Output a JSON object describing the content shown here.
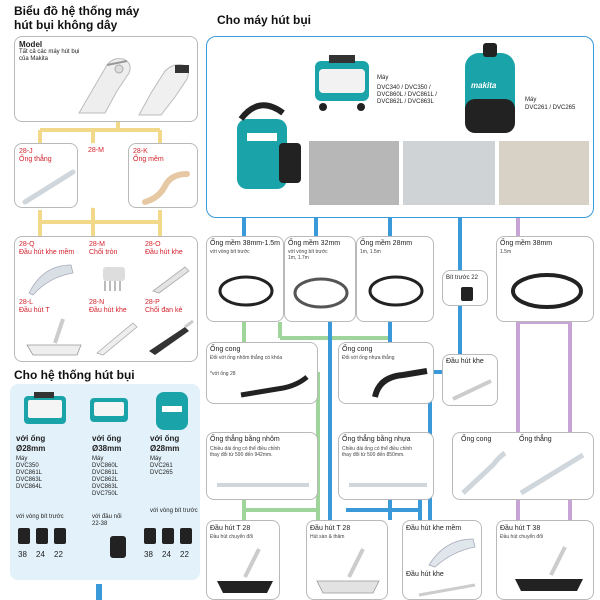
{
  "left_title": {
    "line1": "Biểu đồ hệ thống máy",
    "line2": "hút bụi không dây"
  },
  "model_box": {
    "label": "Model",
    "text1": "Tất cả các máy hút bụi",
    "text2": "của Makita"
  },
  "left_parts": [
    {
      "code": "28-J",
      "name": "Ống thẳng"
    },
    {
      "code": "28-M",
      "name": "Chổi tròn"
    },
    {
      "code": "28-K",
      "name": "Ống mềm"
    },
    {
      "code": "28-Q",
      "name": "Đầu hút khe mềm"
    },
    {
      "code": "28-O",
      "name": "Đầu hút khe"
    },
    {
      "code": "28-L",
      "name": "Đầu hút T"
    },
    {
      "code": "28-N",
      "name": "Đầu hút khe"
    },
    {
      "code": "28-P",
      "name": "Chổi đan kè"
    }
  ],
  "system_title": "Cho hệ thống hút bụi",
  "system_cols": [
    {
      "pipe": "với ống",
      "size": "Ø28mm",
      "label": "Máy",
      "models": "DVC350\nDVC861L\nDVC863L\nDVC864L",
      "footer": "với vòng bít trước",
      "sizes": [
        "38",
        "24",
        "22"
      ]
    },
    {
      "pipe": "với ống",
      "size": "Ø38mm",
      "label": "Máy",
      "models": "DVC860L\nDVC861L\nDVC862L\nDVC863L\nDVC750L",
      "footer": "với đầu nối\n22-38",
      "sizes": []
    },
    {
      "pipe": "với ống",
      "size": "Ø28mm",
      "label": "Máy",
      "models": "DVC261\nDVC265",
      "footer": "với vòng bít trước",
      "sizes": [
        "38",
        "24",
        "22"
      ]
    }
  ],
  "right_title": "Cho máy hút bụi",
  "top_models": {
    "left": {
      "label": "Máy",
      "models": "DVC340 / DVC350 /\nDVC860L / DVC861L /\nDVC862L / DVC863L"
    },
    "right": {
      "label": "Máy",
      "models": "DVC261 / DVC265"
    }
  },
  "brand": "makita",
  "hoses": [
    {
      "name": "Ống mềm 38mm-1.5m",
      "desc": "với vòng bít trước"
    },
    {
      "name": "Ống mềm 32mm",
      "desc": "với vòng bít trước\n1m, 1.7m"
    },
    {
      "name": "Ống mềm 28mm",
      "desc": "1m, 1.5m"
    },
    {
      "name": "Ống mềm 38mm",
      "desc": "1.5m"
    }
  ],
  "seal": {
    "name": "Bít trước 22"
  },
  "elbows": [
    {
      "name": "Ống cong",
      "desc": "Đối với ống nhôm thẳng có khóa",
      "note": "*với ống 28"
    },
    {
      "name": "Ống cong",
      "desc": "Đối với ống nhựa thẳng",
      "note": ""
    }
  ],
  "crevice_right": "Đầu hút khe",
  "straight_pipes": [
    {
      "name": "Ống thẳng bằng nhôm",
      "desc": "Chiều dài ống có thể điều chỉnh\nthay đổi từ 590 đến 942mm."
    },
    {
      "name": "Ống thẳng bằng nhựa",
      "desc": "Chiều dài ống có thể điều chỉnh\nthay đổi từ 500 đến 850mm."
    }
  ],
  "pipe_pair": {
    "a": "Ống cong",
    "b": "Ống thẳng"
  },
  "bottom": [
    {
      "name": "Đầu hút T 28",
      "desc": "Đầu hút chuyển đổi"
    },
    {
      "name": "Đầu hút T 28",
      "desc": "Hút sàn & thảm"
    },
    {
      "name": "Đầu hút khe mềm",
      "desc": ""
    },
    {
      "name": "Đầu hút T 38",
      "desc": "Đầu hút chuyển đổi"
    }
  ],
  "bottom_crevice": "Đầu hút khe",
  "colors": {
    "blue": "#3a9ad9",
    "yellow": "#f2d98a",
    "green": "#9fd49a",
    "purple": "#c7a3d6",
    "teal": "#1aa3a8",
    "red": "#d21f2a"
  }
}
